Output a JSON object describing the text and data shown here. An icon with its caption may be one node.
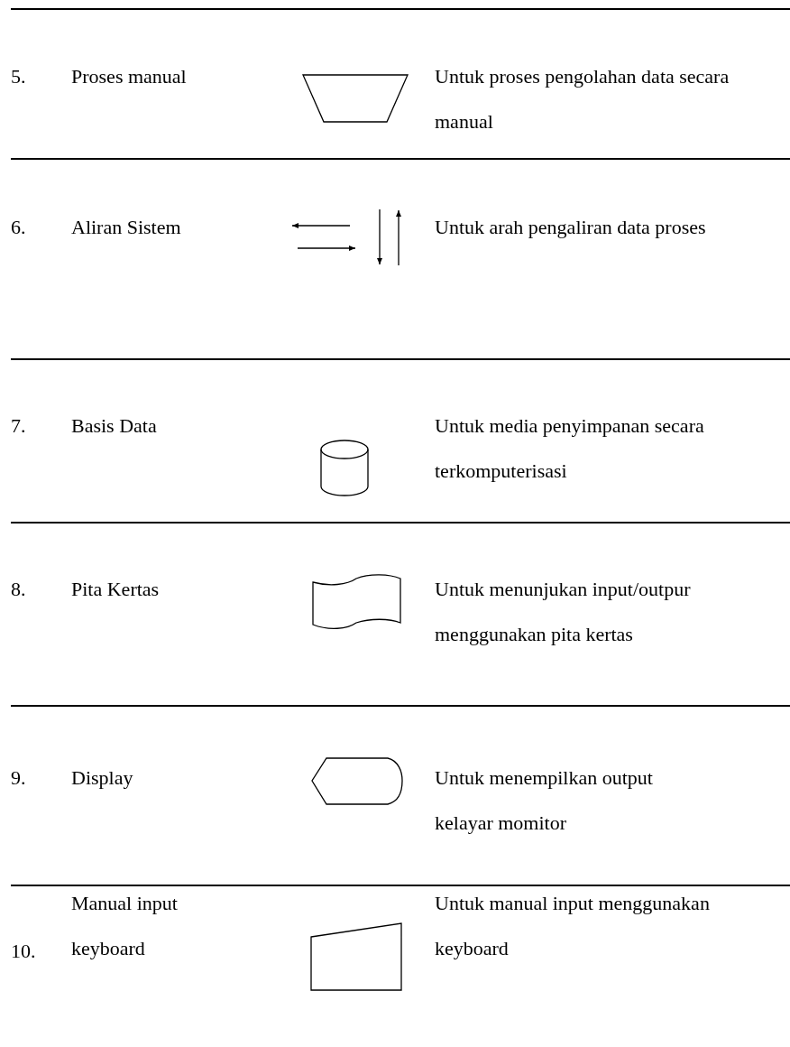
{
  "diagram": {
    "nodes": [
      {
        "text": [],
        "shape": "trapezoid"
      },
      {
        "text": [],
        "shape": "cylinder"
      },
      {
        "text": [],
        "shape": "tape"
      },
      {
        "text": [],
        "shape": "display"
      },
      {
        "text": [],
        "shape": "quadrilateral"
      }
    ],
    "labels": [
      "5.",
      "Proses manual",
      "Untuk proses pengolahan data secara manual",
      "6.",
      "Aliran Sistem",
      "Untuk arah pengaliran data proses",
      "7.",
      "Basis Data",
      "Untuk media penyimpanan secara terkomputerisasi",
      "8.",
      "Pita Kertas",
      "Untuk menunjukan input/outpur menggunakan pita kertas",
      "9.",
      "Display",
      "Untuk menempilkan output kelayar momitor",
      "10.",
      "Manual input keyboard",
      "Untuk manual input menggunakan keyboard"
    ]
  }
}
